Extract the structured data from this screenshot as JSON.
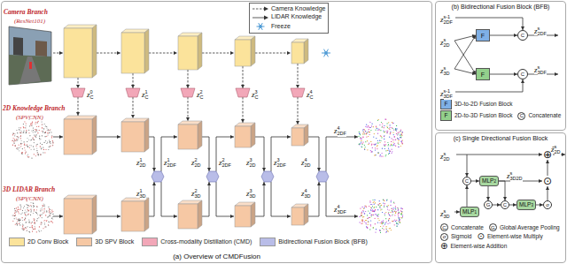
{
  "diagram": {
    "nodes": [
      {
        "text": [
          "(a) Overview of CMDFusion"
        ]
      },
      {
        "text": [
          "(b) Bidirectional Fusion Block (BFB)"
        ]
      },
      {
        "text": [
          "F"
        ],
        "in": 1
      },
      {
        "text": [
          "F"
        ],
        "in": 1
      },
      {
        "text": [
          "C"
        ],
        "in": 1
      },
      {
        "text": [
          "C"
        ],
        "in": 1
      },
      {
        "text": [
          "(c) Single Directional Fusion Block"
        ]
      },
      {
        "text": [
          "MLP",
          "1"
        ],
        "in": 6
      },
      {
        "text": [
          "C"
        ],
        "in": 6
      },
      {
        "text": [
          "MLP",
          "2"
        ],
        "in": 6
      },
      {
        "text": [
          "G"
        ],
        "in": 6
      },
      {
        "text": [
          "C"
        ],
        "in": 6
      },
      {
        "text": [
          "MLP",
          "3"
        ],
        "in": 6
      },
      {
        "text": [
          "σ"
        ],
        "in": 6
      },
      {
        "text": [
          "⊙"
        ],
        "in": 6
      },
      {
        "text": [
          "⊕"
        ],
        "in": 6
      }
    ],
    "edges": [
      {
        "from": 2,
        "to": 4,
        "arrow": "to"
      },
      {
        "from": 3,
        "to": 5,
        "arrow": "to"
      },
      {
        "from": 7,
        "to": 8,
        "arrow": "to"
      },
      {
        "from": 8,
        "to": 9,
        "arrow": "to"
      },
      {
        "from": 9,
        "to": 14,
        "arrow": "to"
      },
      {
        "from": 9,
        "to": 10,
        "arrow": "to"
      },
      {
        "from": 9,
        "to": 11,
        "arrow": "to"
      },
      {
        "from": 10,
        "to": 11,
        "arrow": "to"
      },
      {
        "from": 11,
        "to": 12,
        "arrow": "to"
      },
      {
        "from": 12,
        "to": 13,
        "arrow": "to"
      },
      {
        "from": 13,
        "to": 14,
        "arrow": "to"
      },
      {
        "from": 14,
        "to": 15,
        "arrow": "to"
      }
    ],
    "labels": [
      "Camera Branch",
      "(ResNet101)",
      "2D Knowledge Branch",
      "(SPVCNN)",
      "3D LIDAR Branch",
      "(SPVCNN)",
      "z",
      "C",
      "0",
      "z",
      "C",
      "1",
      "z",
      "C",
      "2",
      "z",
      "C",
      "3",
      "z",
      "C",
      "4",
      "z",
      "2D",
      "1",
      "z",
      "2D",
      "2",
      "z",
      "2D",
      "3",
      "z",
      "2D",
      "4",
      "z",
      "2DF",
      "1",
      "z",
      "2DF",
      "2",
      "z",
      "2DF",
      "3",
      "z",
      "2DF",
      "4",
      "z",
      "3D",
      "1",
      "z",
      "3D",
      "2",
      "z",
      "3D",
      "3",
      "z",
      "3D",
      "4",
      "z",
      "3DF",
      "4",
      "z",
      "2DF",
      "s-1",
      "z",
      "2D",
      "s",
      "z",
      "3D",
      "s",
      "z",
      "3DF",
      "s-1",
      "z",
      "2DF",
      "s",
      "z",
      "3DF",
      "s",
      "F",
      "F",
      "C",
      "z",
      "2D",
      "s",
      "z",
      "3D",
      "s",
      "z",
      "3D2D",
      "s",
      "ẑ",
      "2D",
      "s",
      "C",
      "G",
      "σ",
      "⊙",
      "⊕"
    ],
    "legend": [
      {
        "text": "Camera Knowledge"
      },
      {
        "text": "LIDAR Knowledge"
      },
      {
        "text": "Freeze"
      },
      {
        "text": "2D Conv Block",
        "color": "#fbe39b"
      },
      {
        "text": "3D SPV Block",
        "color": "#f6c8a4"
      },
      {
        "text": "Cross-modality Distillation (CMD)",
        "color": "#f2a7b8"
      },
      {
        "text": "Bidirectional Fusion Block (BFB)",
        "color": "#b9bde8"
      },
      {
        "text": "3D-to-2D Fusion Block",
        "color": "#7fb0e6"
      },
      {
        "text": "2D-to-3D Fusion Block",
        "color": "#93d08c"
      },
      {
        "text": "Concatenate"
      },
      {
        "text": "Concatenate"
      },
      {
        "text": "Global Average Pooling"
      },
      {
        "text": "Sigmoid"
      },
      {
        "text": "Element-wise Multiply"
      },
      {
        "text": "Element-wise Addition"
      }
    ]
  }
}
